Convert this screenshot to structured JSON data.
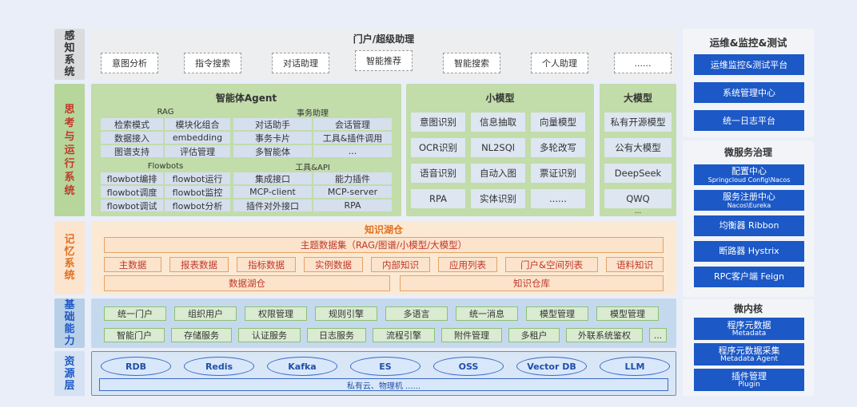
{
  "layers": {
    "perception": {
      "label": "感知系统"
    },
    "thinking": {
      "label": "思考与运行系统"
    },
    "memory": {
      "label": "记忆系统"
    },
    "foundation": {
      "label": "基础能力"
    },
    "resource": {
      "label": "资源层"
    }
  },
  "portal": {
    "title": "门户/超级助理",
    "items": [
      "意图分析",
      "指令搜索",
      "对话助理",
      "智能推荐",
      "智能搜索",
      "个人助理",
      "......"
    ]
  },
  "agent": {
    "title": "智能体Agent",
    "rag": {
      "title": "RAG",
      "items": [
        "检索模式",
        "模块化组合",
        "数据接入",
        "embedding",
        "图谱支持",
        "评估管理"
      ]
    },
    "affairs": {
      "title": "事务助理",
      "items": [
        "对话助手",
        "会话管理",
        "事务卡片",
        "工具&插件调用",
        "多智能体",
        "..."
      ]
    },
    "flowbots": {
      "title": "Flowbots",
      "items": [
        "flowbot编排",
        "flowbot运行",
        "flowbot调度",
        "flowbot监控",
        "flowbot调试",
        "flowbot分析"
      ]
    },
    "tools": {
      "title": "工具&API",
      "items": [
        "集成接口",
        "能力插件",
        "MCP-client",
        "MCP-server",
        "插件对外接口",
        "RPA"
      ]
    }
  },
  "small_model": {
    "title": "小模型",
    "items": [
      "意图识别",
      "信息抽取",
      "向量模型",
      "OCR识别",
      "NL2SQl",
      "多轮改写",
      "语音识别",
      "自动入图",
      "票证识别",
      "RPA",
      "实体识别",
      "......"
    ]
  },
  "large_model": {
    "title": "大模型",
    "items": [
      "私有开源模型",
      "公有大模型",
      "DeepSeek",
      "QWQ"
    ],
    "more": "..."
  },
  "knowledge": {
    "title": "知识湖仓",
    "topic": "主题数据集（RAG/图谱/小模型/大模型）",
    "items": [
      "主数据",
      "报表数据",
      "指标数据",
      "实例数据",
      "内部知识",
      "应用列表",
      "门户&空间列表",
      "语料知识"
    ],
    "lake": "数据湖仓",
    "warehouse": "知识仓库"
  },
  "foundation_row1": [
    "统一门户",
    "组织用户",
    "权限管理",
    "规则引擎",
    "多语言",
    "统一消息",
    "模型管理",
    "模型管理"
  ],
  "foundation_row2": [
    "智能门户",
    "存储服务",
    "认证服务",
    "日志服务",
    "流程引擎",
    "附件管理",
    "多租户",
    "外联系统鉴权",
    "..."
  ],
  "resources": {
    "items": [
      "RDB",
      "Redis",
      "Kafka",
      "ES",
      "OSS",
      "Vector DB",
      "LLM"
    ],
    "cloud": "私有云、物理机 ......"
  },
  "ops": {
    "title": "运维&监控&测试",
    "items": [
      "运维监控&测试平台",
      "系统管理中心",
      "统一日志平台"
    ]
  },
  "micro_gov": {
    "title": "微服务治理",
    "items": [
      {
        "main": "配置中心",
        "sub": "Springcloud Config\\Nacos"
      },
      {
        "main": "服务注册中心",
        "sub": "Nacos\\Eureka"
      },
      {
        "main": "均衡器 Ribbon",
        "sub": ""
      },
      {
        "main": "断路器 Hystrix",
        "sub": ""
      },
      {
        "main": "RPC客户端 Feign",
        "sub": ""
      }
    ]
  },
  "micro_kernel": {
    "title": "微内核",
    "items": [
      {
        "main": "程序元数据",
        "sub": "Metadata"
      },
      {
        "main": "程序元数据采集",
        "sub": "Metadata Agent"
      },
      {
        "main": "插件管理",
        "sub": "Plugin"
      }
    ]
  },
  "colors": {
    "perception": "#eceeef",
    "thinking": "#c2dcaa",
    "memory": "#fbe9d4",
    "foundation": "#c5d9ee",
    "resource": "#d9e6f5",
    "accent_blue": "#1c58c6",
    "orange_text": "#e0701f",
    "red_text": "#c0392b"
  }
}
